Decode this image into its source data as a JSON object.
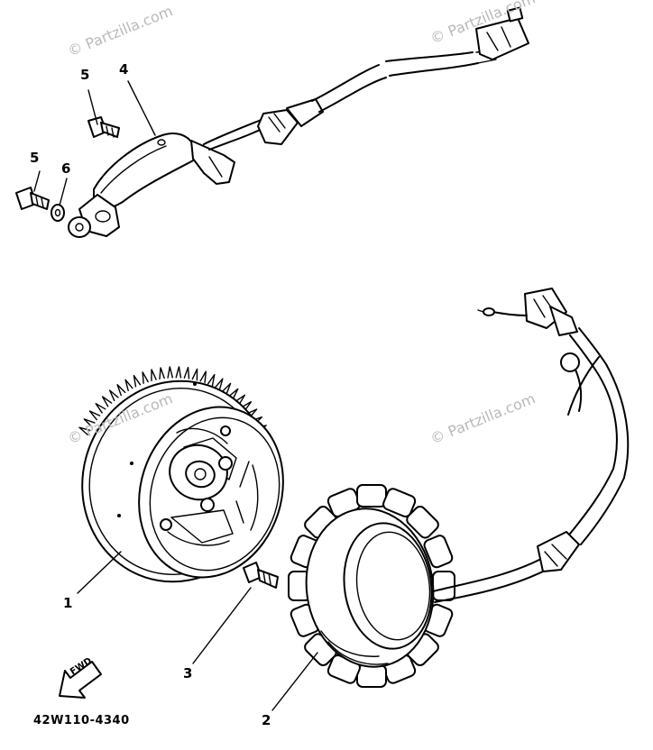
{
  "diagram": {
    "part_code": "42W110-4340",
    "watermark": "© Partzilla.com",
    "forward_label": "FWD",
    "callouts": {
      "rotor": "1",
      "stator": "2",
      "stator_bolt": "3",
      "pickup_coil": "4",
      "screw_upper": "5",
      "screw_lower": "5",
      "washer": "6"
    }
  }
}
